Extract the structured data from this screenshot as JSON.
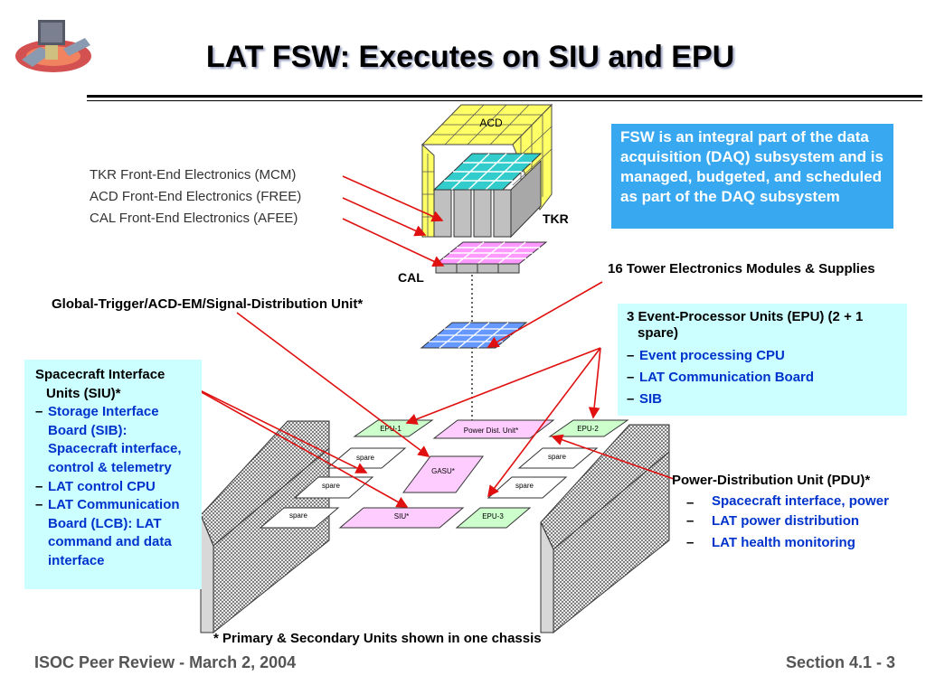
{
  "title": "LAT FSW: Executes on SIU and EPU",
  "fe_labels": {
    "tkr": "TKR Front-End Electronics (MCM)",
    "acd": "ACD Front-End Electronics (FREE)",
    "cal": "CAL Front-End Electronics (AFEE)"
  },
  "detector_labels": {
    "acd": "ACD",
    "tkr": "TKR",
    "cal": "CAL"
  },
  "daq_note": "FSW is an integral part of the data acquisition (DAQ) subsystem and is managed, budgeted, and scheduled as part of the DAQ subsystem",
  "tem_label": "16 Tower Electronics Modules & Supplies",
  "gasu_label": "Global-Trigger/ACD-EM/Signal-Distribution Unit*",
  "epu_box": {
    "heading": "3 Event-Processor Units (EPU) (2 + 1 spare)",
    "items": [
      "Event processing CPU",
      "LAT Communication Board",
      "SIB"
    ]
  },
  "siu_box": {
    "heading": "Spacecraft Interface Units (SIU)*",
    "items": [
      "Storage Interface Board (SIB): Spacecraft interface, control & telemetry",
      "LAT control CPU",
      "LAT Communication Board (LCB): LAT command and data interface"
    ]
  },
  "pdu_block": {
    "heading": "Power-Distribution Unit (PDU)*",
    "items": [
      "Spacecraft interface, power",
      "LAT power distribution",
      "LAT health monitoring"
    ]
  },
  "chassis_modules": {
    "epu1": "EPU-1",
    "pdu": "Power Dist. Unit*",
    "epu2": "EPU-2",
    "spare_a": "spare",
    "spare_b": "spare",
    "gasu": "GASU*",
    "spare_c": "spare",
    "spare_d": "spare",
    "spare_e": "spare",
    "siu": "SIU*",
    "epu3": "EPU-3"
  },
  "chassis_note": "* Primary & Secondary Units shown in one chassis",
  "footer": {
    "left": "ISOC Peer Review -  March 2, 2004",
    "right": "Section 4.1 - 3"
  },
  "colors": {
    "arrow": "#e01010",
    "acd_fill": "#ffff66",
    "tkr_fill": "#c0c0c0",
    "tkr_top": "#33cccc",
    "cal_fill": "#ff99ff",
    "tem_fill": "#6699ff",
    "cyan_box": "#ccffff",
    "blue_box": "#38a8f0",
    "blue_text": "#0033cc",
    "epu_fill": "#ccffcc",
    "siu_fill": "#ffccff"
  }
}
